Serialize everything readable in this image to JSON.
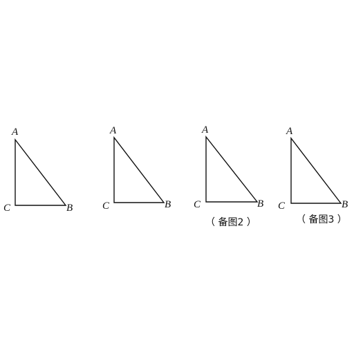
{
  "figures": [
    {
      "vertices": {
        "a": "A",
        "b": "B",
        "c": "C"
      },
      "caption": ""
    },
    {
      "vertices": {
        "a": "A",
        "b": "B",
        "c": "C"
      },
      "caption": ""
    },
    {
      "vertices": {
        "a": "A",
        "b": "B",
        "c": "C"
      },
      "caption": "（ 备图2 ）"
    },
    {
      "vertices": {
        "a": "A",
        "b": "B",
        "c": "C"
      },
      "caption": "（ 备图3 ）"
    }
  ]
}
